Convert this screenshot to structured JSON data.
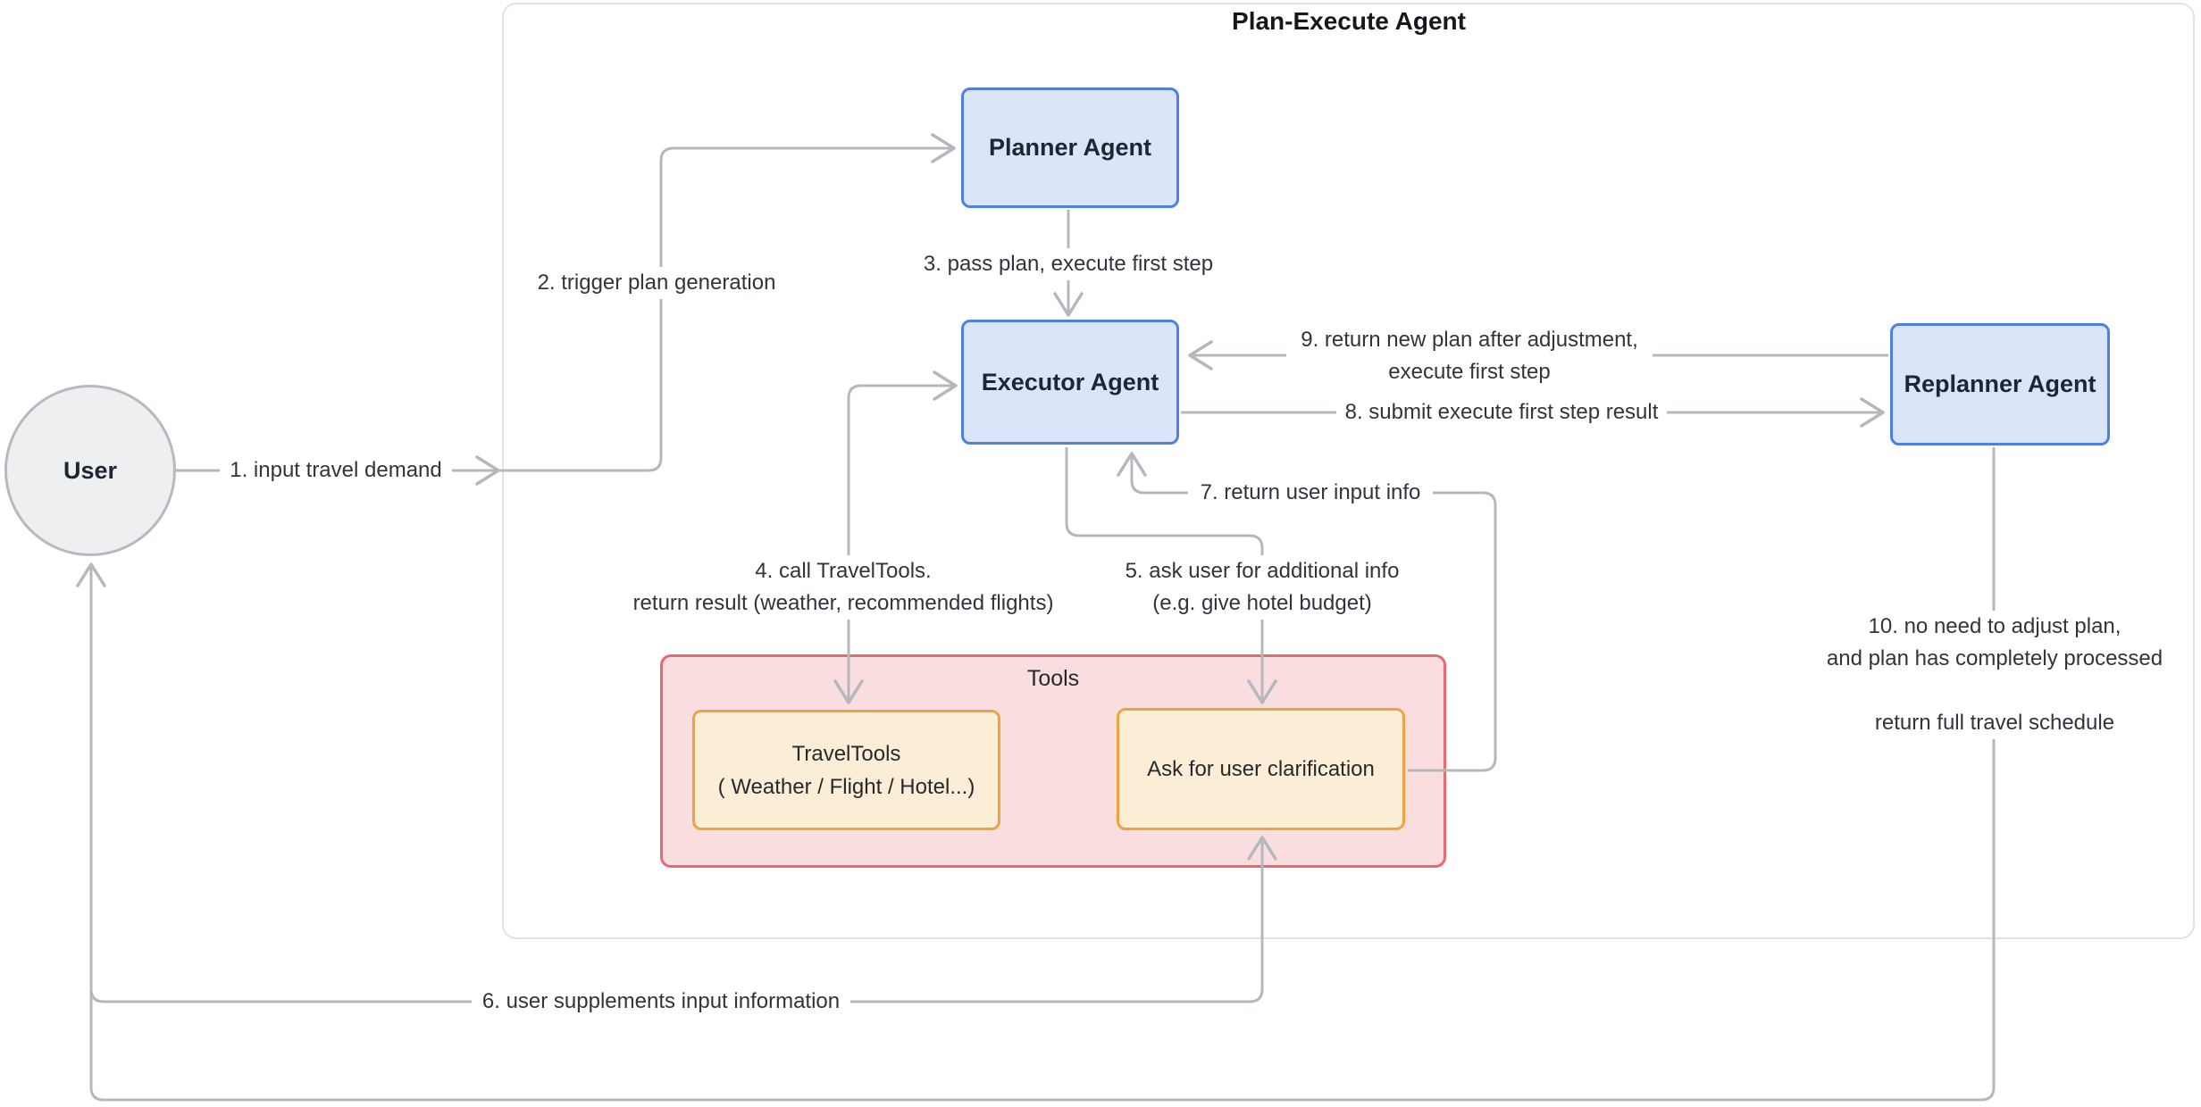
{
  "diagram": {
    "title": "Plan-Execute Agent",
    "nodes": {
      "user": "User",
      "planner": "Planner Agent",
      "executor": "Executor Agent",
      "replanner": "Replanner Agent",
      "tools_group": "Tools",
      "travel_tools_line1": "TravelTools",
      "travel_tools_line2": "( Weather / Flight / Hotel...)",
      "ask_clarification": "Ask for user clarification"
    },
    "edges": {
      "e1": "1. input travel demand",
      "e2": "2. trigger plan generation",
      "e3": "3. pass plan, execute first step",
      "e4_line1": "4. call TravelTools.",
      "e4_line2": "return result (weather, recommended flights)",
      "e5_line1": "5. ask user for additional info",
      "e5_line2": "(e.g. give hotel budget)",
      "e6": "6. user supplements input information",
      "e7": "7. return user input info",
      "e8": "8. submit execute first step result",
      "e9_line1": "9. return new plan after adjustment,",
      "e9_line2": "execute first step",
      "e10_line1": "10. no need to adjust plan,",
      "e10_line2": "and plan has completely processed",
      "e10_line3": "return full travel schedule"
    },
    "colors": {
      "blue_fill": "#dbe5f9",
      "blue_border": "#4b80e8",
      "pink_fill": "#fadedf",
      "pink_border": "#e5696e",
      "orange_fill": "#fceed6",
      "orange_border": "#eda33f",
      "grey_fill": "#edeff1",
      "grey_border": "#b6bac0",
      "line_grey": "#b4b8bd",
      "container_border": "#e0e3e6",
      "node_text": "#1d2733",
      "tool_text": "#25292e",
      "label_text": "#30353b",
      "title_text": "#15181c"
    }
  }
}
